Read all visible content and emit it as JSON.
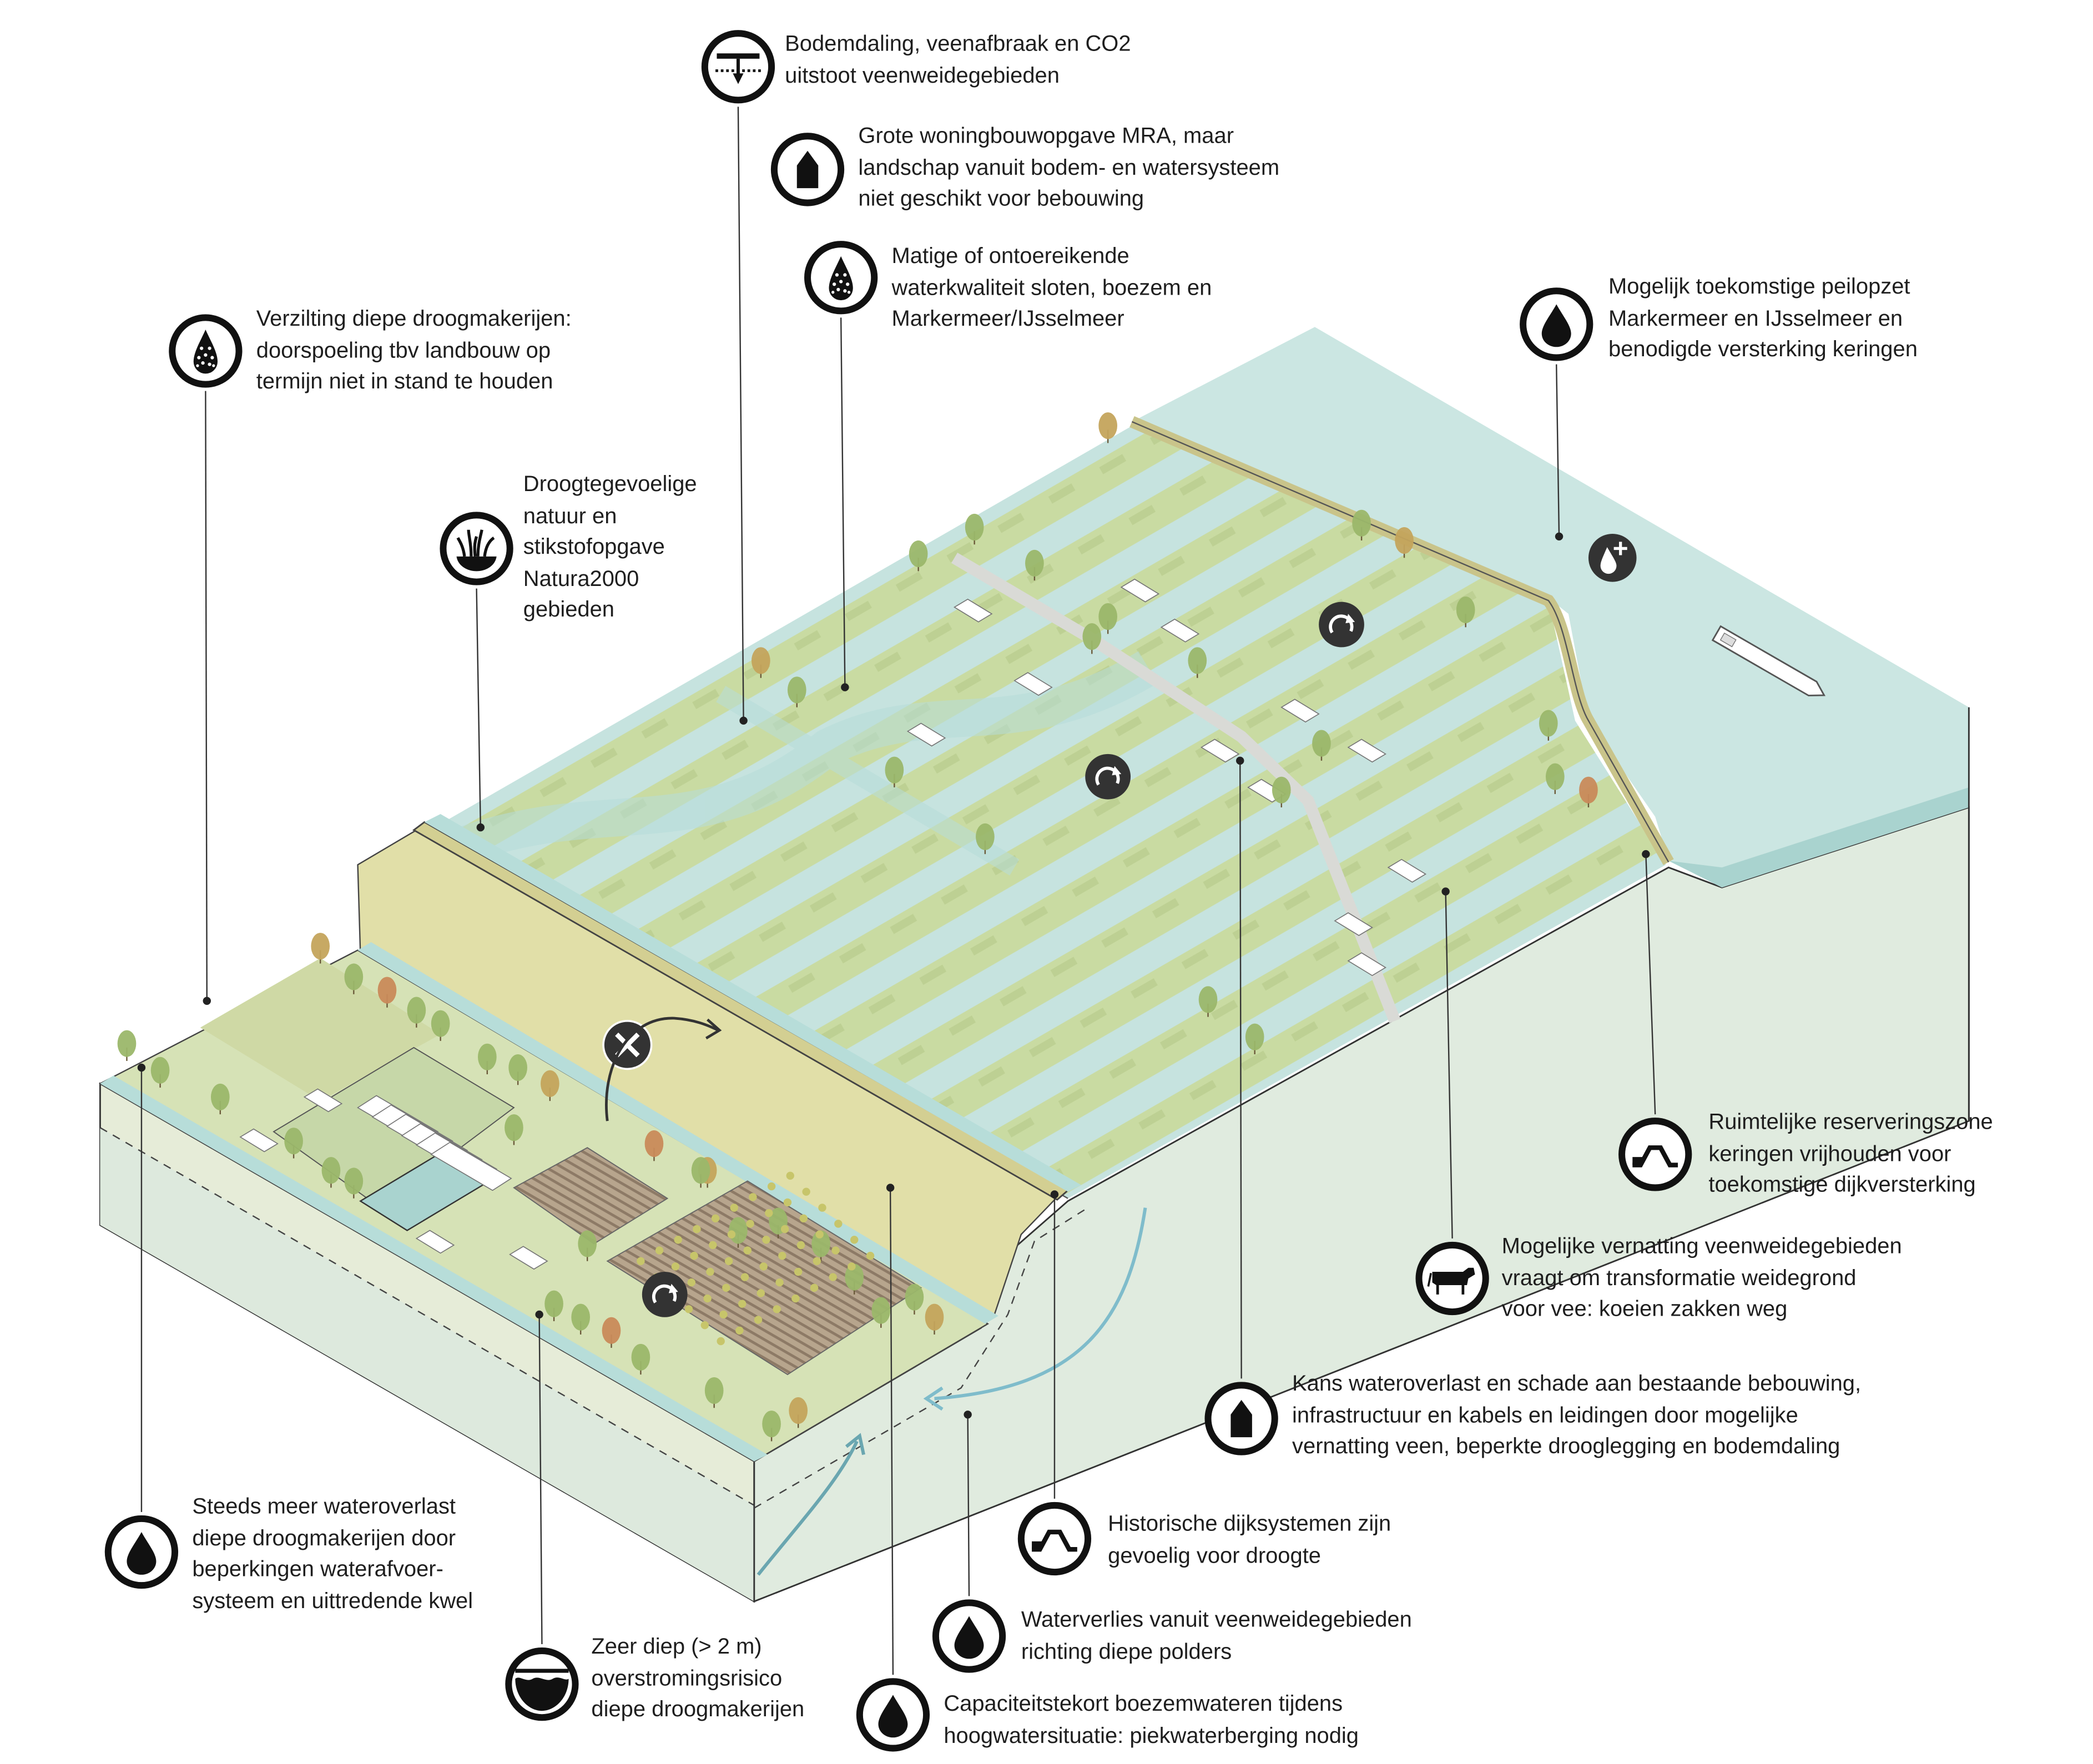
{
  "colors": {
    "water": "#cbe6e2",
    "water_dark": "#a9d3cf",
    "meadow": "#c9d9a0",
    "polder": "#d6e2b6",
    "dike_slope": "#e1dfa8",
    "dike_top": "#d3cf92",
    "block_side": "#e0ebdf",
    "ink": "#1e1e1e"
  },
  "annotations": [
    {
      "icon": "subsidence",
      "lines": [
        "Bodemdaling, veenafbraak en CO2",
        "uitstoot veenweidegebieden"
      ]
    },
    {
      "icon": "house",
      "lines": [
        "Grote woningbouwopgave MRA, maar",
        "landschap vanuit bodem- en watersysteem",
        "niet geschikt voor bebouwing"
      ]
    },
    {
      "icon": "dotted-drop",
      "lines": [
        "Matige of ontoereikende",
        "waterkwaliteit sloten, boezem en",
        "Markermeer/IJsselmeer"
      ]
    },
    {
      "icon": "drop",
      "lines": [
        "Mogelijk toekomstige peilopzet",
        "Markermeer en IJsselmeer en",
        "benodigde versterking keringen"
      ]
    },
    {
      "icon": "dotted-drop",
      "lines": [
        "Verzilting diepe droogmakerijen:",
        "doorspoeling tbv landbouw op",
        "termijn niet in stand te houden"
      ]
    },
    {
      "icon": "grass",
      "lines": [
        "Droogtegevoelige",
        "natuur en",
        "stikstofopgave",
        "Natura2000",
        "gebieden"
      ]
    },
    {
      "icon": "dike",
      "lines": [
        "Ruimtelijke reserveringszone",
        "keringen vrijhouden voor",
        "toekomstige dijkversterking"
      ]
    },
    {
      "icon": "cow",
      "lines": [
        "Mogelijke vernatting veenweidegebieden",
        "vraagt om transformatie weidegrond",
        "voor vee: koeien zakken weg"
      ]
    },
    {
      "icon": "house",
      "lines": [
        "Kans wateroverlast en schade aan bestaande bebouwing,",
        "infrastructuur en kabels en leidingen door mogelijke",
        "vernatting veen, beperkte drooglegging en bodemdaling"
      ]
    },
    {
      "icon": "dike",
      "lines": [
        "Historische dijksystemen zijn",
        "gevoelig voor droogte"
      ]
    },
    {
      "icon": "drop",
      "lines": [
        "Waterverlies vanuit veenweidegebieden",
        "richting diepe polders"
      ]
    },
    {
      "icon": "drop",
      "lines": [
        "Capaciteitstekort boezemwateren tijdens",
        "hoogwatersituatie: piekwaterberging nodig"
      ]
    },
    {
      "icon": "deep-water",
      "lines": [
        "Zeer diep (> 2 m)",
        "overstromingsrisico",
        "diepe droogmakerijen"
      ]
    },
    {
      "icon": "drop",
      "lines": [
        "Steeds meer wateroverlast",
        "diepe droogmakerijen door",
        "beperkingen waterafvoer-",
        "systeem en uittredende kwel"
      ]
    }
  ],
  "map_markers": [
    {
      "icon": "rotate-icon"
    },
    {
      "icon": "rotate-icon"
    },
    {
      "icon": "rotate-icon"
    },
    {
      "icon": "blocked-icon"
    },
    {
      "icon": "drop-plus-icon"
    }
  ]
}
